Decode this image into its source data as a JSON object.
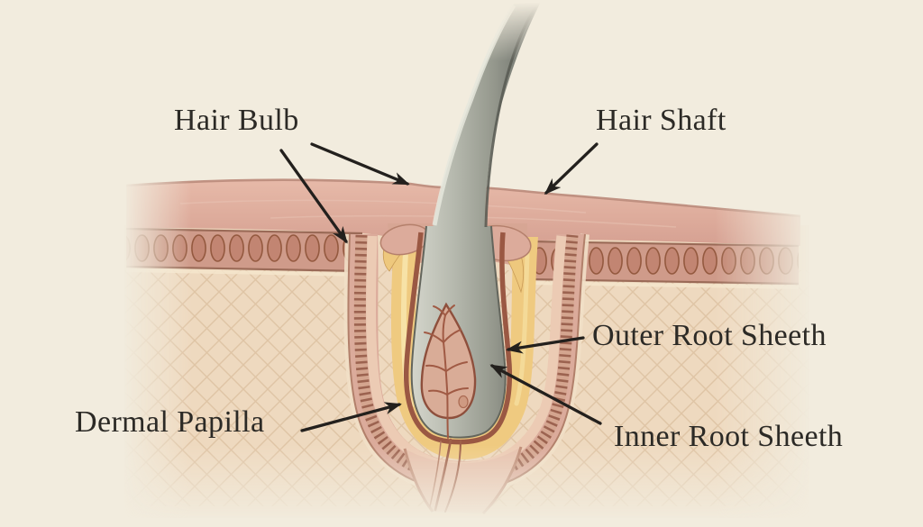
{
  "diagram": {
    "labels": {
      "hair_bulb": "Hair Bulb",
      "hair_shaft": "Hair Shaft",
      "outer_root_sheath": "Outer Root Sheeth",
      "inner_root_sheath": "Inner Root Sheeth",
      "dermal_papilla": "Dermal Papilla"
    },
    "colors": {
      "background": "#f2ecde",
      "label_text": "#2c2a26",
      "arrow": "#23201d",
      "epidermis_pink": "#dfae9e",
      "dermis_tan": "#eed9bf",
      "dermis_hatch": "#d9bb9a",
      "basal_cell": "#c08270",
      "follicle_wall": "#dbab9b",
      "outer_root_sheath_yellow": "#efca80",
      "inner_root_sheath_brown": "#9a5843",
      "hair_gray": "#9a9d92",
      "dermal_papilla_pink": "#d9ac97",
      "vessel_red": "#a05a44"
    }
  }
}
